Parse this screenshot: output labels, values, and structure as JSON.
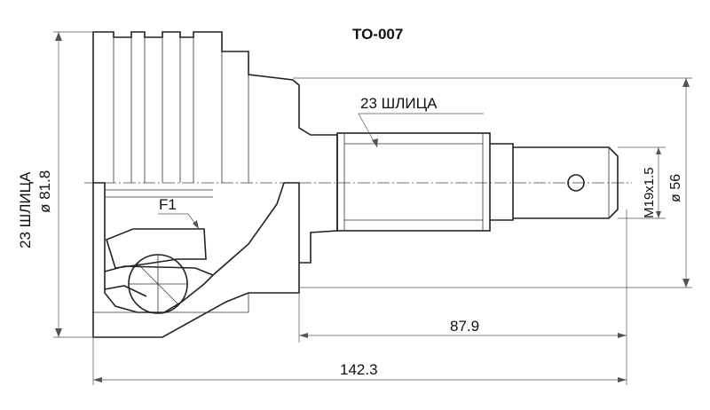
{
  "part_number": "TO-007",
  "labels": {
    "splines_outer": "23 ШЛИЦА",
    "splines_inner": "23 ШЛИЦА",
    "outer_diameter": "ø 81.8",
    "seal_diameter": "ø 56",
    "thread": "M19x1.5",
    "feature": "F1",
    "shaft_length": "87.9",
    "total_length": "142.3"
  }
}
